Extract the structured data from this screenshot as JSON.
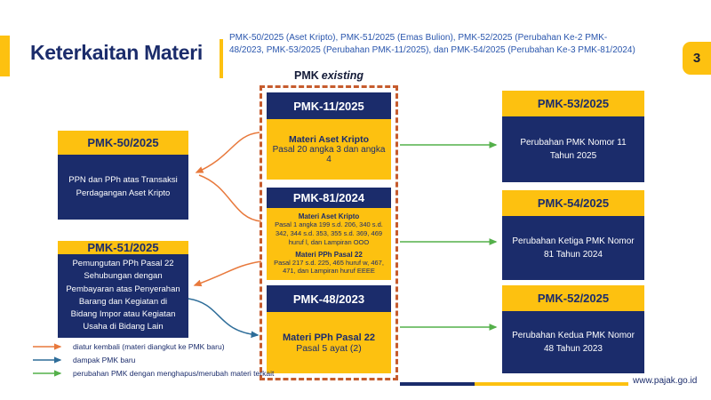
{
  "colors": {
    "navy": "#1b2c6b",
    "yellow": "#fdc110",
    "subtitle_blue": "#2a56ad",
    "orange_arrow": "#e8793c",
    "dashed_border": "#c65c2e",
    "blue_arrow": "#2e6d99",
    "green_arrow": "#54b04a"
  },
  "header": {
    "title": "Keterkaitan Materi",
    "subtitle": "PMK-50/2025 (Aset Kripto), PMK-51/2025 (Emas Bulion), PMK-52/2025 (Perubahan Ke-2 PMK-48/2023, PMK-53/2025 (Perubahan PMK-11/2025), dan PMK-54/2025 (Perubahan Ke-3 PMK-81/2024)",
    "page_number": "3"
  },
  "existing_group": {
    "label_prefix": "PMK",
    "label_italic": "existing"
  },
  "left_boxes": [
    {
      "title": "PMK-50/2025",
      "body": "PPN dan PPh atas Transaksi Perdagangan Aset Kripto"
    },
    {
      "title": "PMK-51/2025",
      "body": "Pemungutan PPh Pasal 22 Sehubungan dengan Pembayaran atas Penyerahan Barang dan Kegiatan di Bidang Impor atau Kegiatan Usaha di Bidang Lain"
    }
  ],
  "middle_boxes": [
    {
      "title": "PMK-11/2025",
      "sections": [
        {
          "heading": "Materi Aset Kripto",
          "detail": "Pasal 20 angka 3 dan angka 4"
        }
      ]
    },
    {
      "title": "PMK-81/2024",
      "sections": [
        {
          "heading": "Materi Aset Kripto",
          "detail": "Pasal 1 angka 199 s.d. 206, 340 s.d. 342, 344 s.d. 353, 355 s.d. 369, 469 huruf l, dan Lampiran OOO"
        },
        {
          "heading": "Materi PPh Pasal 22",
          "detail": "Pasal 217 s.d. 225, 465 huruf w, 467, 471, dan Lampiran huruf EEEE"
        }
      ]
    },
    {
      "title": "PMK-48/2023",
      "sections": [
        {
          "heading": "Materi PPh Pasal 22",
          "detail": "Pasal 5 ayat (2)"
        }
      ]
    }
  ],
  "right_boxes": [
    {
      "title": "PMK-53/2025",
      "body": "Perubahan PMK Nomor 11 Tahun 2025"
    },
    {
      "title": "PMK-54/2025",
      "body": "Perubahan Ketiga PMK Nomor 81 Tahun 2024"
    },
    {
      "title": "PMK-52/2025",
      "body": "Perubahan Kedua PMK Nomor 48 Tahun 2023"
    }
  ],
  "legend": {
    "items": [
      {
        "label": "diatur kembali (materi diangkut ke PMK baru)",
        "color": "#e8793c"
      },
      {
        "label": "dampak PMK baru",
        "color": "#2e6d99"
      },
      {
        "label": "perubahan PMK dengan menghapus/merubah materi terkait",
        "color": "#54b04a"
      }
    ]
  },
  "footer": {
    "website": "www.pajak.go.id"
  }
}
